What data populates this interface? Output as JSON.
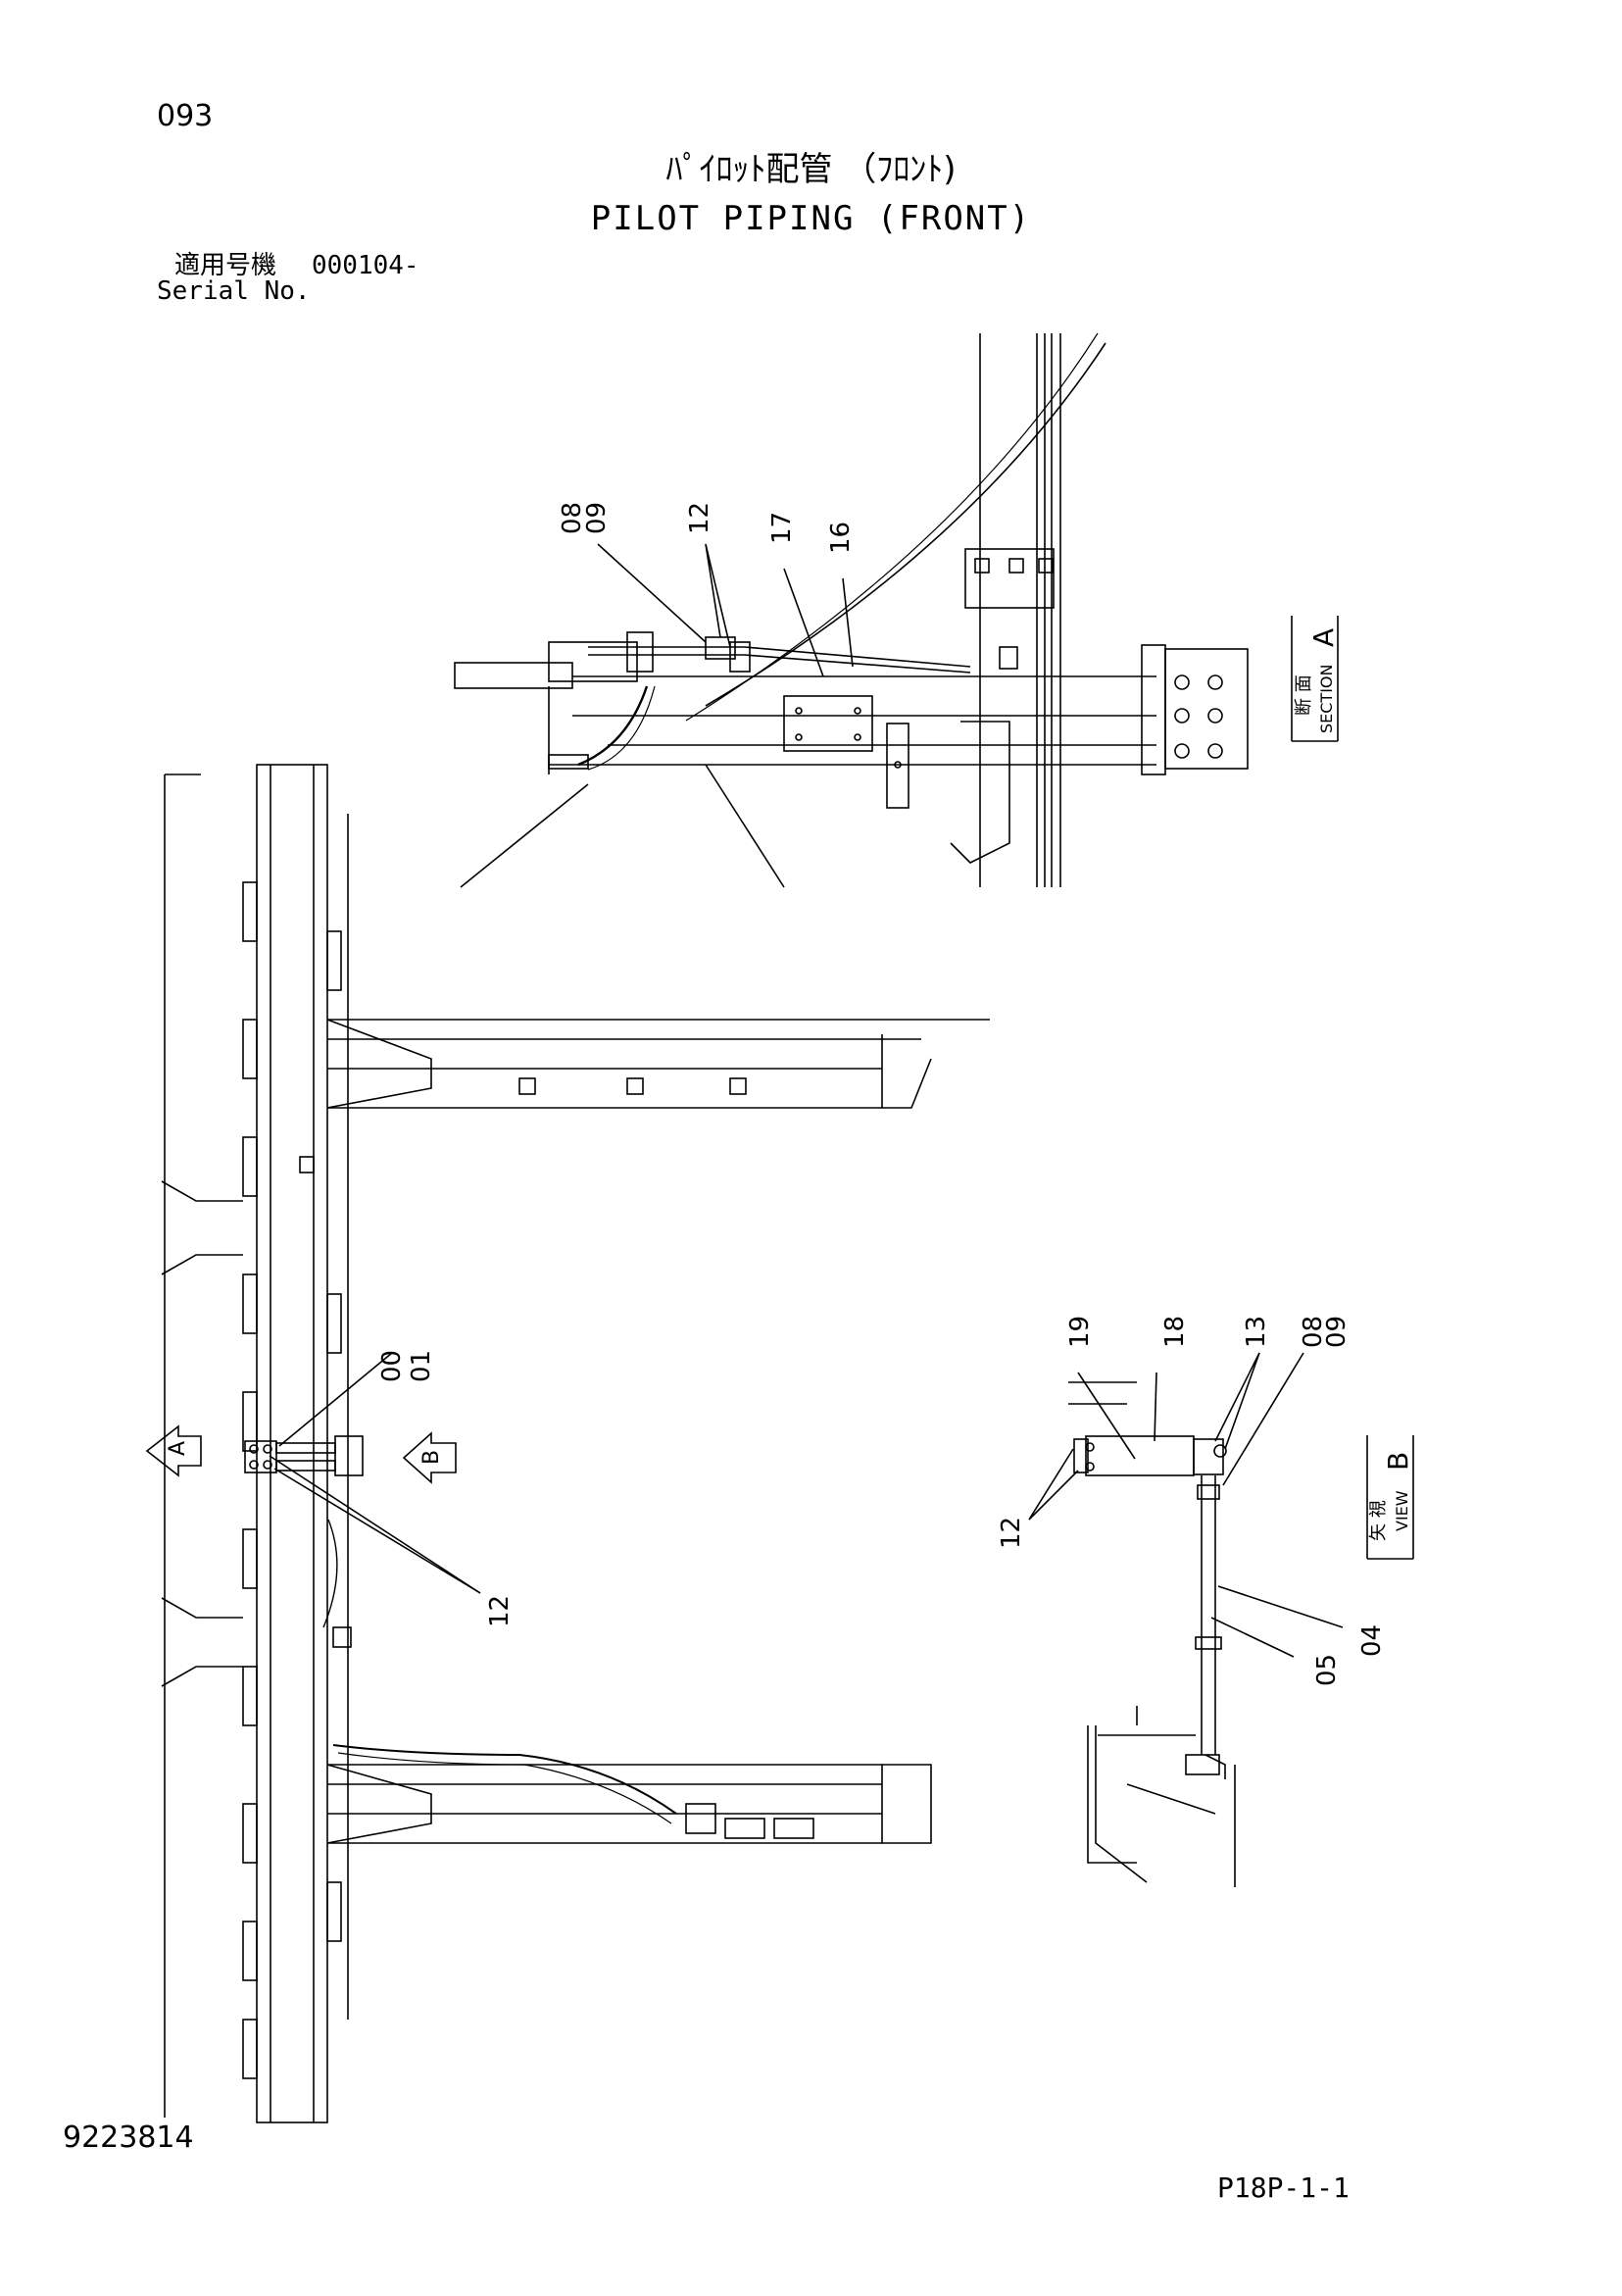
{
  "header": {
    "page_number": "093",
    "title_jp": "ﾊﾟｲﾛｯﾄ配管 （ﾌﾛﾝﾄ)",
    "title_en": "PILOT PIPING (FRONT)",
    "serial_label_jp": "適用号機",
    "serial_label_en": "Serial No.",
    "serial_value": "000104-"
  },
  "footer": {
    "drawing_number": "9223814",
    "page_code": "P18P-1-1"
  },
  "section_a": {
    "label_jp": "断 面",
    "label_en": "SECTION",
    "letter": "A",
    "callouts": [
      "08",
      "09",
      "12",
      "17",
      "16"
    ]
  },
  "main_view": {
    "arrow_a": "A",
    "arrow_b": "B",
    "callouts": [
      "00",
      "01",
      "12"
    ]
  },
  "view_b": {
    "label_jp": "矢 視",
    "label_en": "VIEW",
    "letter": "B",
    "callouts": [
      "19",
      "18",
      "13",
      "08",
      "09",
      "12",
      "04",
      "05"
    ]
  }
}
